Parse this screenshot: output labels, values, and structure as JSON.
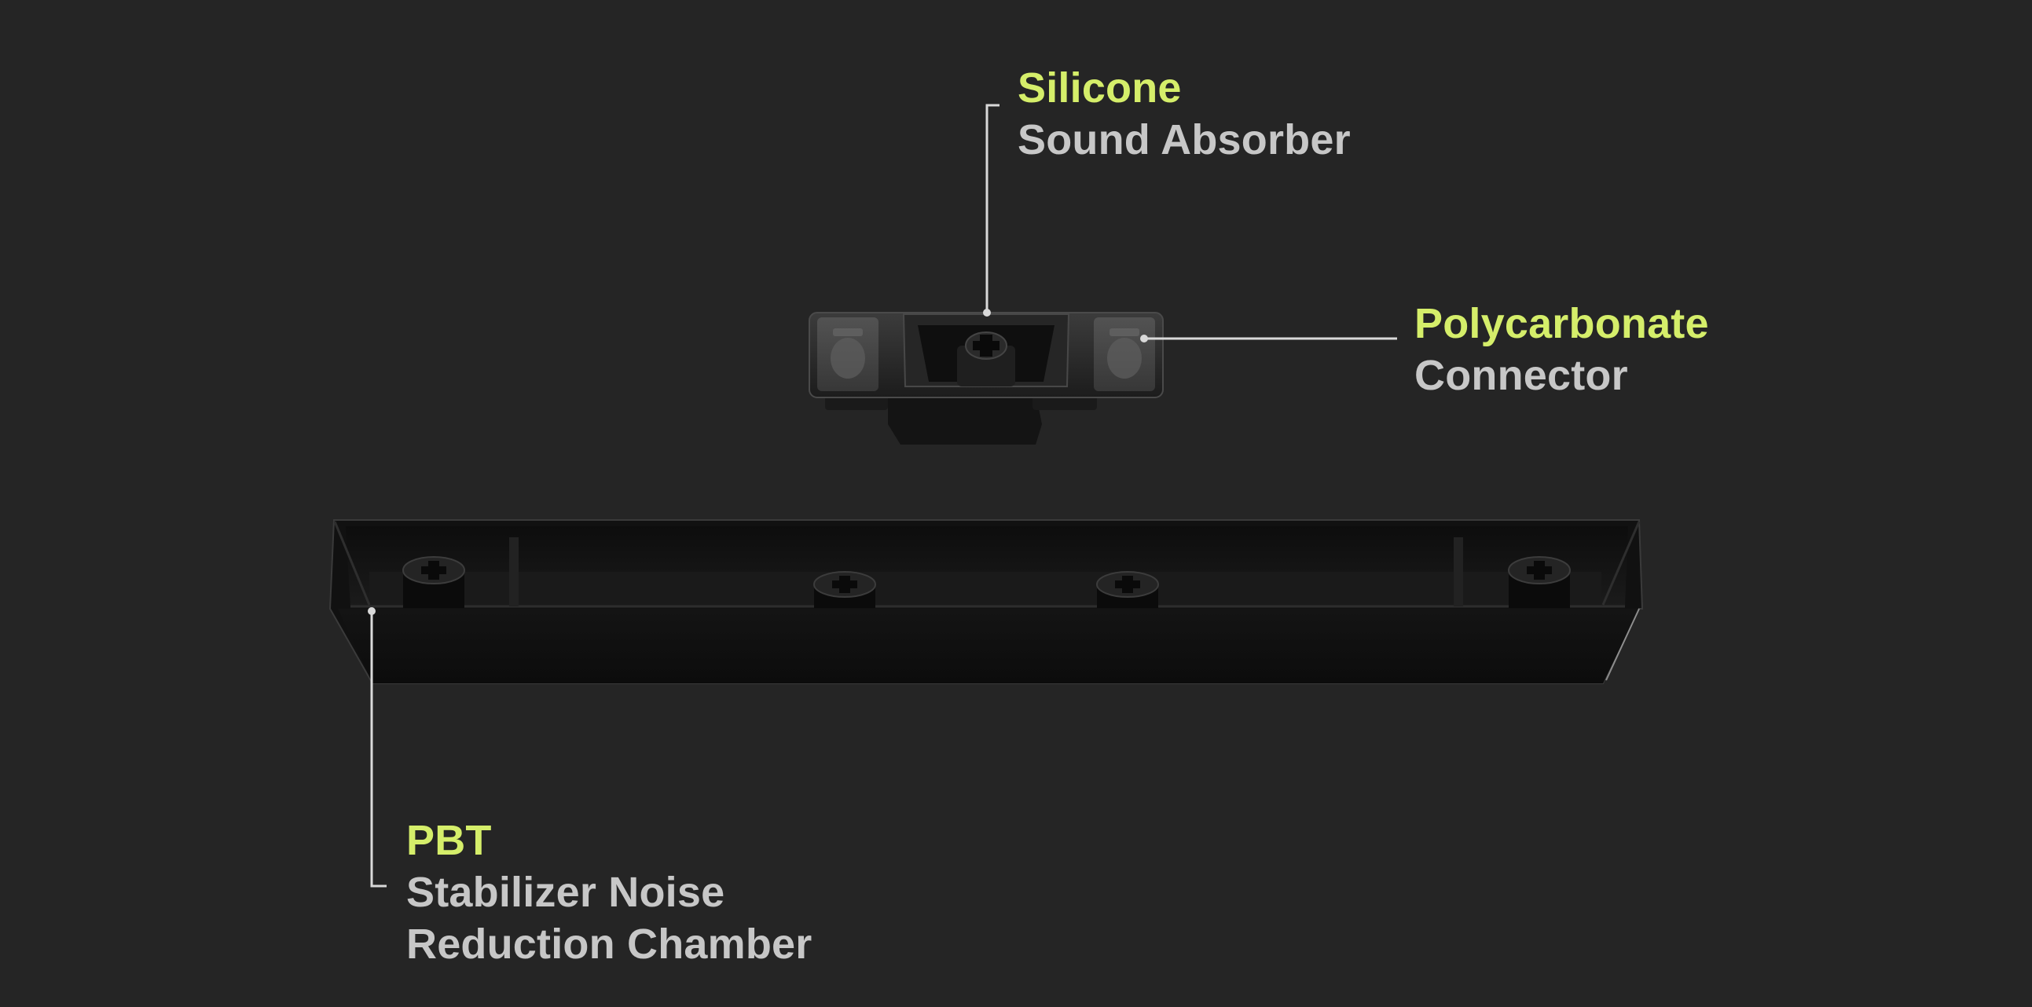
{
  "colors": {
    "background": "#252525",
    "accent": "#d5ee6a",
    "secondary_text": "#c7c7c7",
    "leader_line": "#d9d9d9"
  },
  "callouts": {
    "silicone": {
      "material": "Silicone",
      "description": [
        "Sound Absorber"
      ]
    },
    "polycarbonate": {
      "material": "Polycarbonate",
      "description": [
        "Connector"
      ]
    },
    "pbt": {
      "material": "PBT",
      "description": [
        "Stabilizer Noise",
        "Reduction Chamber"
      ]
    }
  }
}
